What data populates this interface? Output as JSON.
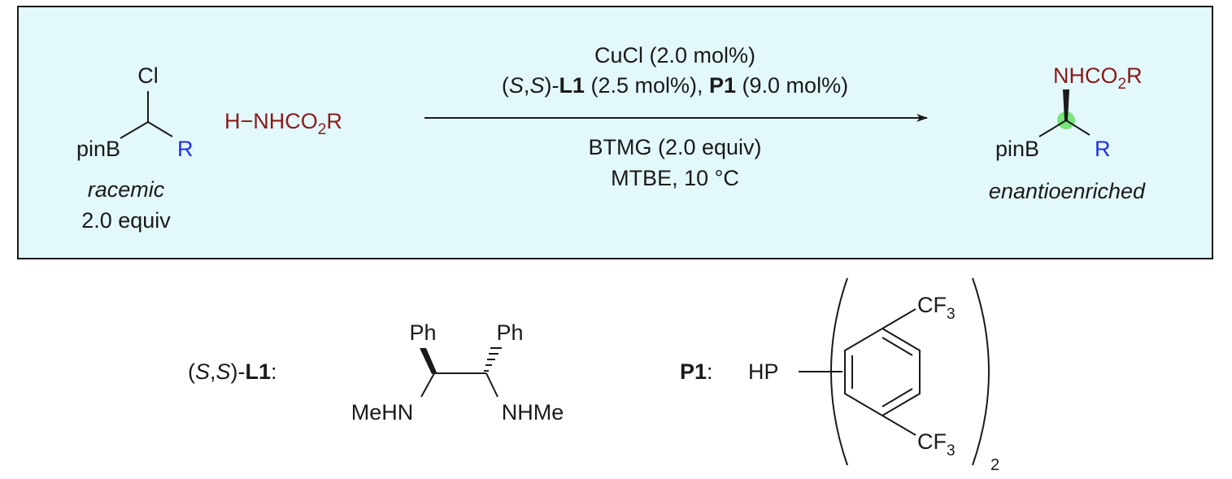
{
  "scheme": {
    "reactant1": {
      "top_atom": "Cl",
      "left_group": "pinB",
      "right_group": "R",
      "caption1": "racemic",
      "caption2": "2.0 equiv"
    },
    "reactant2": {
      "h": "H",
      "dash": "−",
      "group_main": "NHCO",
      "group_sub": "2",
      "group_end": "R"
    },
    "conditions": {
      "line1": "CuCl (2.0 mol%)",
      "line2": {
        "open": "(",
        "s1": "S",
        "comma": ",",
        "s2": "S",
        "close": ")-",
        "l1": "L1",
        "mid": " (2.5 mol%), ",
        "p1": "P1",
        "end": " (9.0 mol%)"
      },
      "line3": "BTMG (2.0 equiv)",
      "line4": "MTBE, 10 °C"
    },
    "product": {
      "top_main": "NHCO",
      "top_sub": "2",
      "top_end": "R",
      "left_group": "pinB",
      "right_group": "R",
      "caption": "enantioenriched"
    }
  },
  "ligand": {
    "label": {
      "open": "(",
      "s1": "S",
      "comma": ",",
      "s2": "S",
      "close": ")-",
      "name": "L1",
      "colon": ":"
    },
    "ph_left": "Ph",
    "ph_right": "Ph",
    "amine_left": "MeHN",
    "amine_right": "NHMe"
  },
  "phosphine": {
    "label": "P1",
    "colon": ":",
    "hp": "HP",
    "cf3_top_main": "CF",
    "cf3_top_sub": "3",
    "cf3_bottom_main": "CF",
    "cf3_bottom_sub": "3",
    "count": "2"
  },
  "colors": {
    "box_fill": "#e3f8fb",
    "accent_red": "#8b1a1a",
    "accent_blue": "#1f2ee8",
    "stereocenter": "#66e066"
  }
}
